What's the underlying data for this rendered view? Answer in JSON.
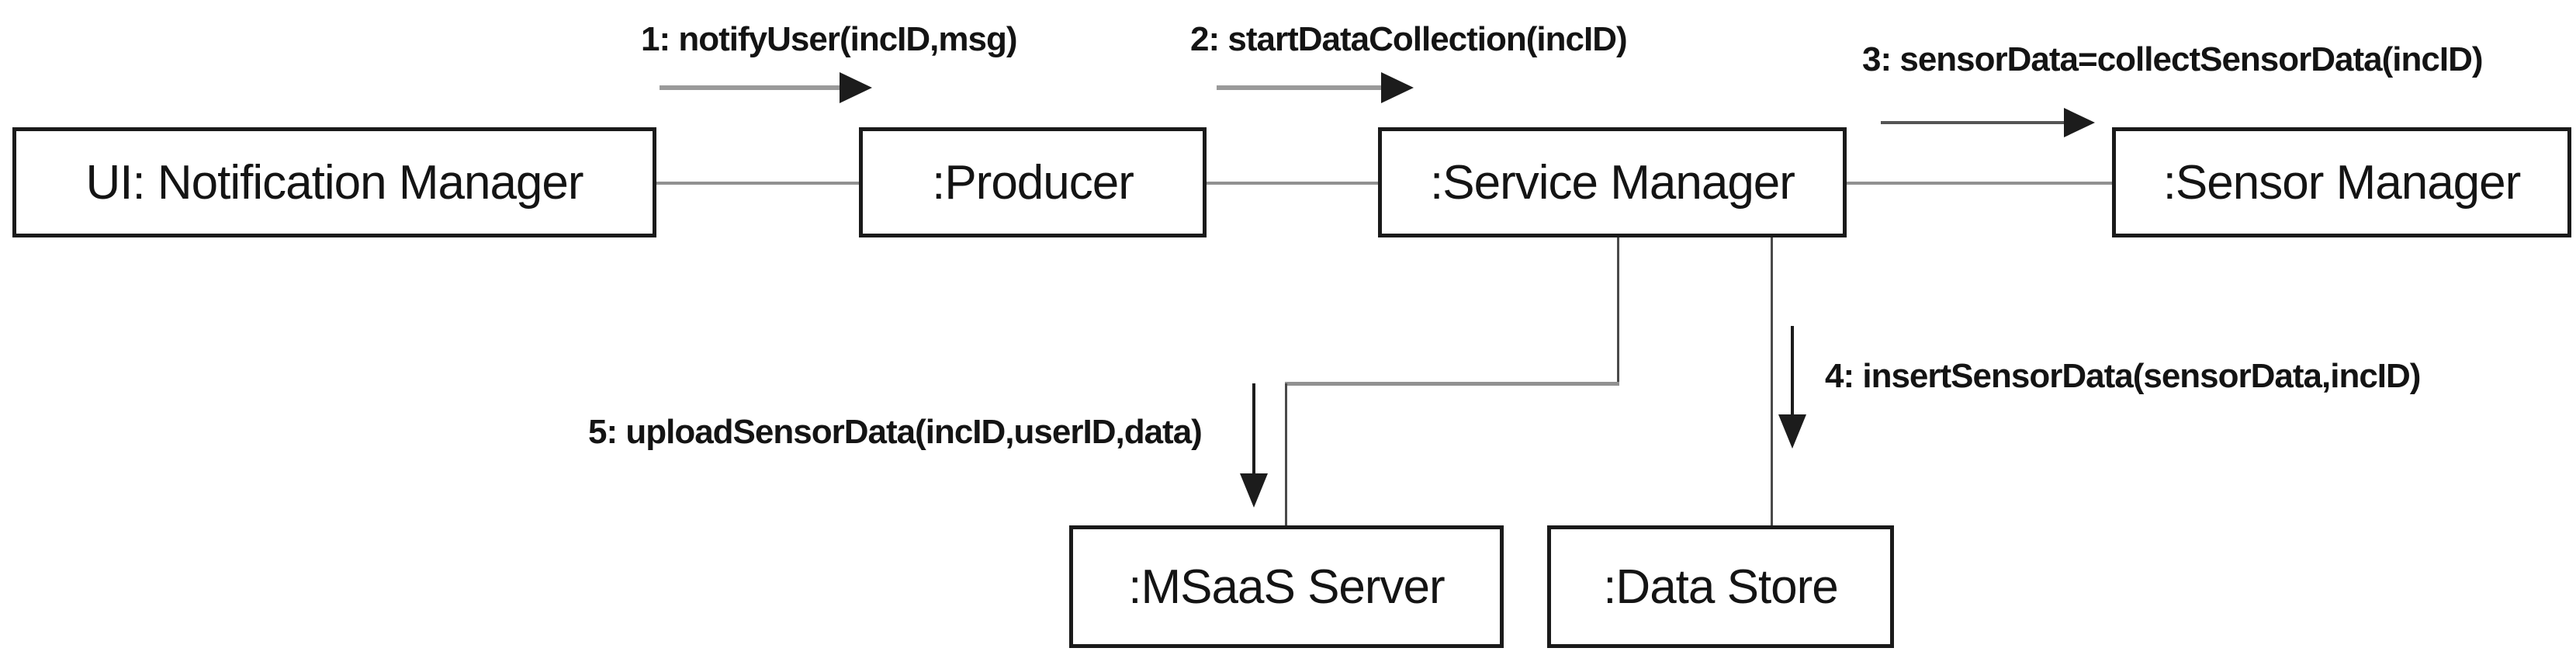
{
  "diagram": {
    "type": "uml-collaboration-diagram",
    "background": "#ffffff",
    "colors": {
      "box_border": "#1a1a1a",
      "box_fill": "#ffffff",
      "link_gray": "#919191",
      "link_dark": "#4a4a4a",
      "arrow_shaft_gray": "#9a9a9a",
      "arrow_black": "#1c1c1c",
      "text": "#141414"
    },
    "nodes": [
      {
        "id": "ui-notification-manager",
        "label": "UI: Notification Manager"
      },
      {
        "id": "producer",
        "label": ":Producer"
      },
      {
        "id": "service-manager",
        "label": ":Service Manager"
      },
      {
        "id": "sensor-manager",
        "label": ":Sensor Manager"
      },
      {
        "id": "msaas-server",
        "label": ":MSaaS Server"
      },
      {
        "id": "data-store",
        "label": ":Data Store"
      }
    ],
    "links": [
      {
        "from": "UI: Notification Manager",
        "to": ":Producer",
        "shape": "straight"
      },
      {
        "from": ":Producer",
        "to": ":Service Manager",
        "shape": "straight"
      },
      {
        "from": ":Service Manager",
        "to": ":Sensor Manager",
        "shape": "straight"
      },
      {
        "from": ":Service Manager",
        "to": ":MSaaS Server",
        "shape": "elbow"
      },
      {
        "from": ":Service Manager",
        "to": ":Data Store",
        "shape": "straight"
      }
    ],
    "messages": [
      {
        "seq": "1",
        "label": "1: notifyUser(incID,msg)",
        "from": "UI: Notification Manager",
        "to": ":Producer",
        "direction": "right"
      },
      {
        "seq": "2",
        "label": "2: startDataCollection(incID)",
        "from": ":Producer",
        "to": ":Service Manager",
        "direction": "right"
      },
      {
        "seq": "3",
        "label": "3: sensorData=collectSensorData(incID)",
        "from": ":Service Manager",
        "to": ":Sensor Manager",
        "direction": "right"
      },
      {
        "seq": "4",
        "label": "4: insertSensorData(sensorData,incID)",
        "from": ":Service Manager",
        "to": ":Data Store",
        "direction": "down"
      },
      {
        "seq": "5",
        "label": "5: uploadSensorData(incID,userID,data)",
        "from": ":Service Manager",
        "to": ":MSaaS Server",
        "direction": "down"
      }
    ]
  }
}
